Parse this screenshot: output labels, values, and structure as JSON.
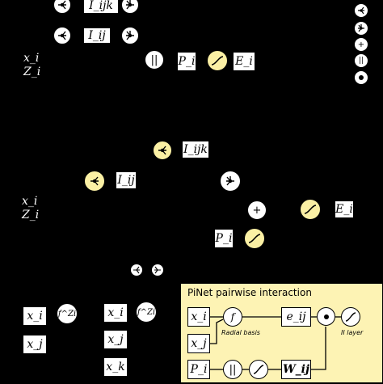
{
  "top_row": {
    "triplet_label": "I_ijk",
    "pair_label": "I_ij",
    "input_label_x": "x_i",
    "input_label_z": "Z_i",
    "atomic_label": "P_i",
    "energy_label": "E_i"
  },
  "legend": {
    "norm_symbol": "||",
    "add_symbol": "+"
  },
  "middle": {
    "triplet_label": "I_ijk",
    "pair_label": "I_ij",
    "input_label_x": "x_i",
    "input_label_z": "Z_i",
    "add_symbol": "+",
    "energy_label": "E_i",
    "atomic_label": "P_i"
  },
  "bottom": {
    "xi_label": "x_i",
    "xj_label": "x_j",
    "xk_label": "x_k",
    "fz_label": "f^Zi"
  },
  "pinet_panel": {
    "title": "PiNet pairwise interaction",
    "xi_label": "x_i",
    "xj_label": "x_j",
    "pi_label": "P_i",
    "f_label": "f",
    "radial_label": "Radial basis",
    "eij_label": "e_ij",
    "ii_layer_label": "II layer",
    "norm_symbol": "||",
    "w_label": "W_ij",
    "colors": {
      "panel": "#fdf3b4",
      "yellow_node": "#fbf0a4"
    }
  }
}
